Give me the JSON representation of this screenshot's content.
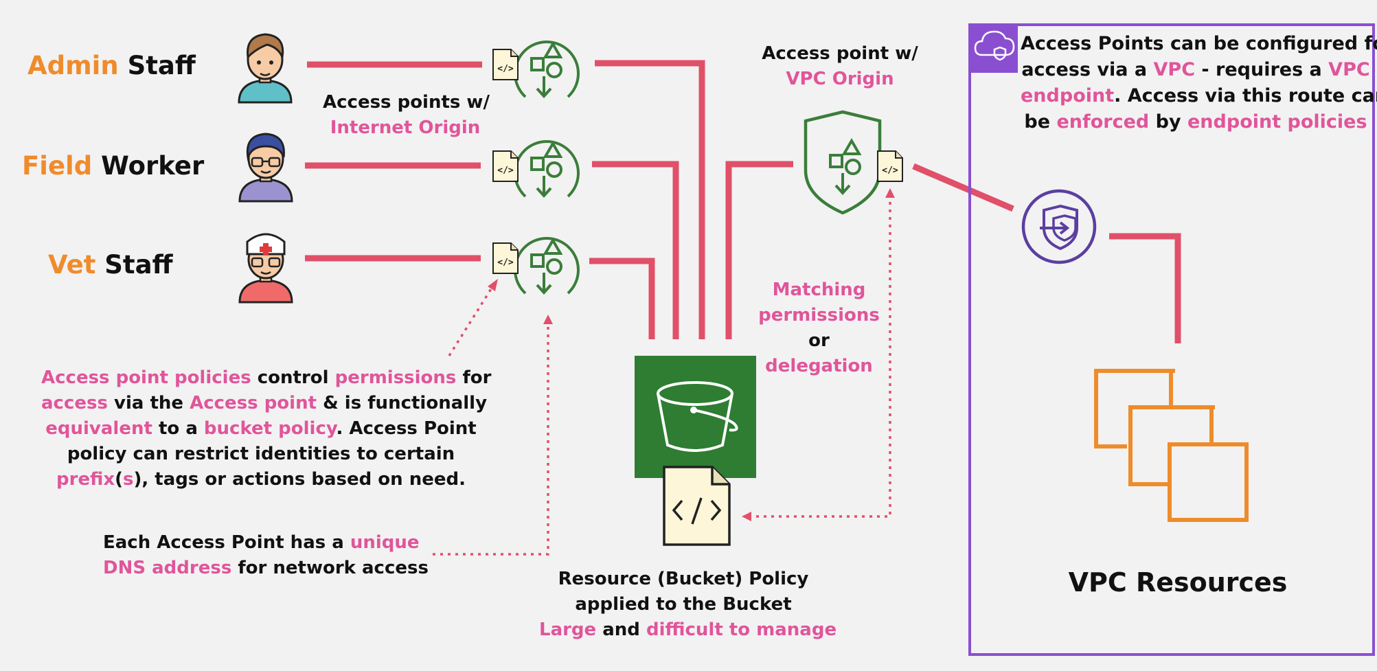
{
  "colors": {
    "background": "#f2f2f2",
    "accent_orange": "#f08b2c",
    "accent_pink": "#e0559a",
    "line_red": "#e05068",
    "access_point_green": "#3a7d3a",
    "bucket_green": "#2e7d32",
    "vpc_border_purple": "#8a4fd1",
    "endpoint_purple": "#5b3fa0",
    "ec2_orange": "#ee8c2b"
  },
  "actors": [
    {
      "highlight": "Admin",
      "rest": " Staff",
      "icon": "admin-staff-avatar"
    },
    {
      "highlight": "Field",
      "rest": " Worker",
      "icon": "field-worker-avatar"
    },
    {
      "highlight": "Vet",
      "rest": " Staff",
      "icon": "vet-staff-avatar"
    }
  ],
  "internet_ap_label": {
    "line1": "Access points w/",
    "line2": "Internet Origin"
  },
  "vpc_ap_label": {
    "line1": "Access point w/",
    "line2": "VPC Origin"
  },
  "vpc_box_note": {
    "l1": "Access Points can be configured for",
    "l2a": "access via a ",
    "l2b": "VPC",
    "l2c": " - requires a ",
    "l2d": "VPC",
    "l3a": "endpoint",
    "l3b": ". Access via this route can",
    "l4a": "be ",
    "l4b": "enforced",
    "l4c": " by ",
    "l4d": "endpoint policies"
  },
  "matching_note": {
    "l1": "Matching",
    "l2": "permissions",
    "l3": "or",
    "l4": "delegation"
  },
  "policy_note": {
    "l1a": "Access point policies",
    "l1b": " control ",
    "l1c": "permissions",
    "l1d": " for",
    "l2a": "access",
    "l2b": " via the ",
    "l2c": "Access point",
    "l2d": " & is functionally",
    "l3a": "equivalent",
    "l3b": " to a ",
    "l3c": "bucket policy",
    "l3d": ". Access Point",
    "l4": "policy can restrict identities to certain",
    "l5a": "prefix",
    "l5b": "(",
    "l5c": "s",
    "l5d": "), tags or actions based on need."
  },
  "dns_note": {
    "l1a": "Each Access Point has a ",
    "l1b": "unique",
    "l2a": "DNS address",
    "l2b": " for network access"
  },
  "bucket_note": {
    "l1": "Resource (Bucket) Policy",
    "l2": "applied to the Bucket",
    "l3a": "Large",
    "l3b": " and ",
    "l3c": "difficult to manage"
  },
  "vpc_resources_label": "VPC Resources",
  "icons": {
    "access_point": "access-point-icon",
    "policy_document": "policy-document-icon",
    "bucket": "s3-bucket-icon",
    "vpc_cloud": "vpc-cloud-icon",
    "vpc_endpoint": "vpc-endpoint-icon",
    "ec2_instances": "ec2-instances-icon"
  }
}
